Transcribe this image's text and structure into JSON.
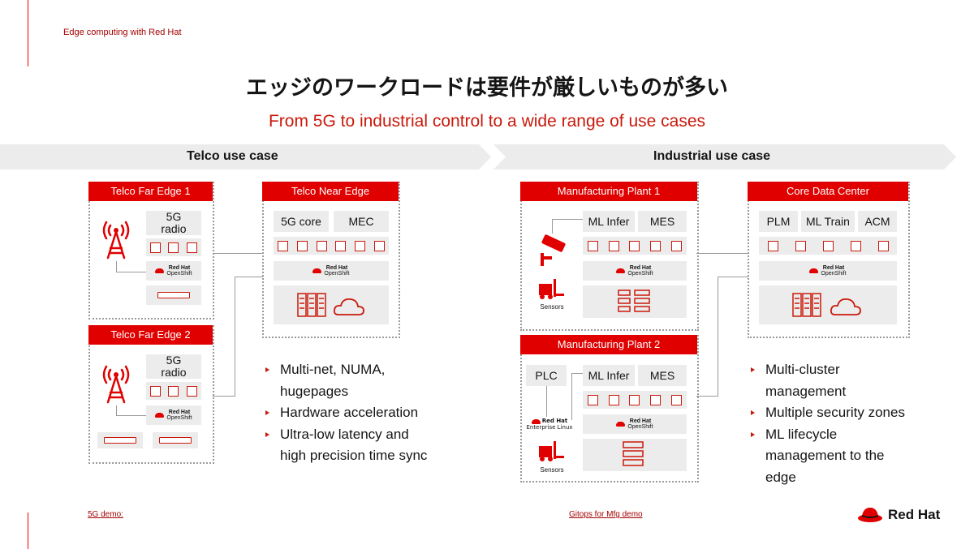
{
  "header": {
    "text": "Edge computing with Red Hat"
  },
  "title": "エッジのワークロードは要件が厳しいものが多い",
  "subtitle": "From 5G to industrial control to a wide range of use cases",
  "telco": {
    "label": "Telco use case",
    "far_edge_1": {
      "title": "Telco Far Edge 1",
      "radio": "5G\nradio"
    },
    "far_edge_2": {
      "title": "Telco Far Edge 2",
      "radio": "5G\nradio"
    },
    "near_edge": {
      "title": "Telco Near Edge",
      "items": [
        "5G core",
        "MEC"
      ]
    },
    "bullets": [
      "Multi-net, NUMA,\nhugepages",
      "Hardware acceleration",
      "Ultra-low latency and\nhigh precision time sync"
    ]
  },
  "industrial": {
    "label": "Industrial use case",
    "plant_1": {
      "title": "Manufacturing Plant 1",
      "items": [
        "ML Infer",
        "MES"
      ],
      "sensors": "Sensors"
    },
    "plant_2": {
      "title": "Manufacturing Plant 2",
      "plc": "PLC",
      "items": [
        "ML Infer",
        "MES"
      ],
      "sensors": "Sensors",
      "rhel_brand": "Red Hat",
      "rhel_product": "Enterprise Linux"
    },
    "core_dc": {
      "title": "Core Data Center",
      "items": [
        "PLM",
        "ML Train",
        "ACM"
      ]
    },
    "bullets": [
      "Multi-cluster\nmanagement",
      "Multiple security zones",
      "ML lifecycle\nmanagement to the\nedge"
    ]
  },
  "openshift": {
    "brand": "Red Hat",
    "product": "OpenShift"
  },
  "footer": {
    "left_link": "5G demo:",
    "center_link": "Gitops for Mfg demo",
    "logo": "Red Hat"
  },
  "colors": {
    "red": "#e00000",
    "gray_fill": "#ececec",
    "border": "#9a9a9a"
  }
}
